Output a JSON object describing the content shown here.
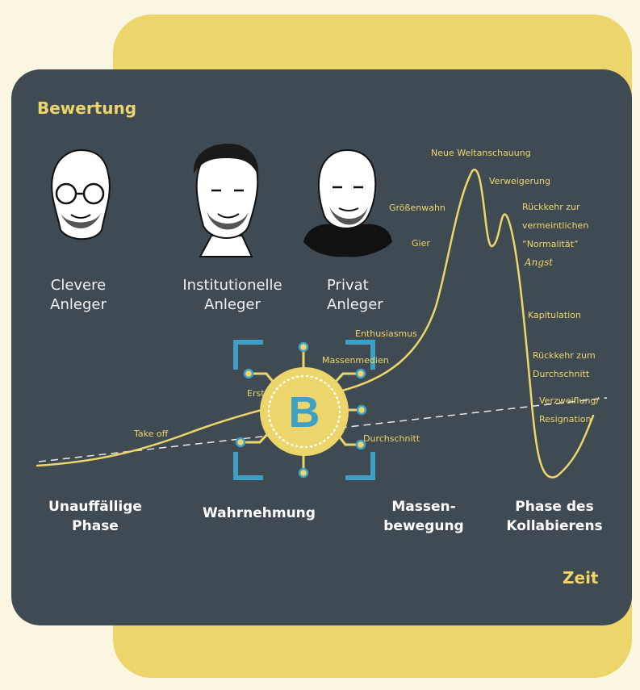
{
  "axes": {
    "y_label": "Bewertung",
    "x_label": "Zeit"
  },
  "investors": [
    {
      "line1": "Clevere",
      "line2": "Anleger"
    },
    {
      "line1": "Institutionelle",
      "line2": "Anleger"
    },
    {
      "line1": "Privat",
      "line2": "Anleger"
    }
  ],
  "phases": [
    {
      "line1": "Unauffällige",
      "line2": "Phase"
    },
    {
      "line1": "Wahrnehmung",
      "line2": ""
    },
    {
      "line1": "Massen-",
      "line2": "bewegung"
    },
    {
      "line1": "Phase des",
      "line2": "Kollabierens"
    }
  ],
  "emotions": {
    "take_off": "Take off",
    "erst": "Erst",
    "massenmedien": "Massenmedien",
    "durchschnitt": "Durchschnitt",
    "enthusiasmus": "Enthusiasmus",
    "gier": "Gier",
    "groessenwahn": "Größenwahn",
    "neue_weltanschauung": "Neue Weltanschauung",
    "verweigerung": "Verweigerung",
    "rueckkehr1": "Rückkehr zur",
    "rueckkehr2": "vermeintlichen",
    "rueckkehr3": "“Normalität”",
    "angst": "Angst",
    "kapitulation": "Kapitulation",
    "rueckkehr_zum1": "Rückkehr zum",
    "rueckkehr_zum2": "Durchschnitt",
    "verzweiflung": "Verzweiflung/",
    "resignation": "Resignation"
  },
  "colors": {
    "background": "#fbf6e2",
    "panel": "#404a53",
    "accent": "#ecd66b",
    "bitcoin_blue": "#3fa0c6",
    "white": "#ffffff"
  },
  "icons": {
    "bitcoin": "bitcoin-circuit-icon",
    "b_glyph": "B"
  }
}
